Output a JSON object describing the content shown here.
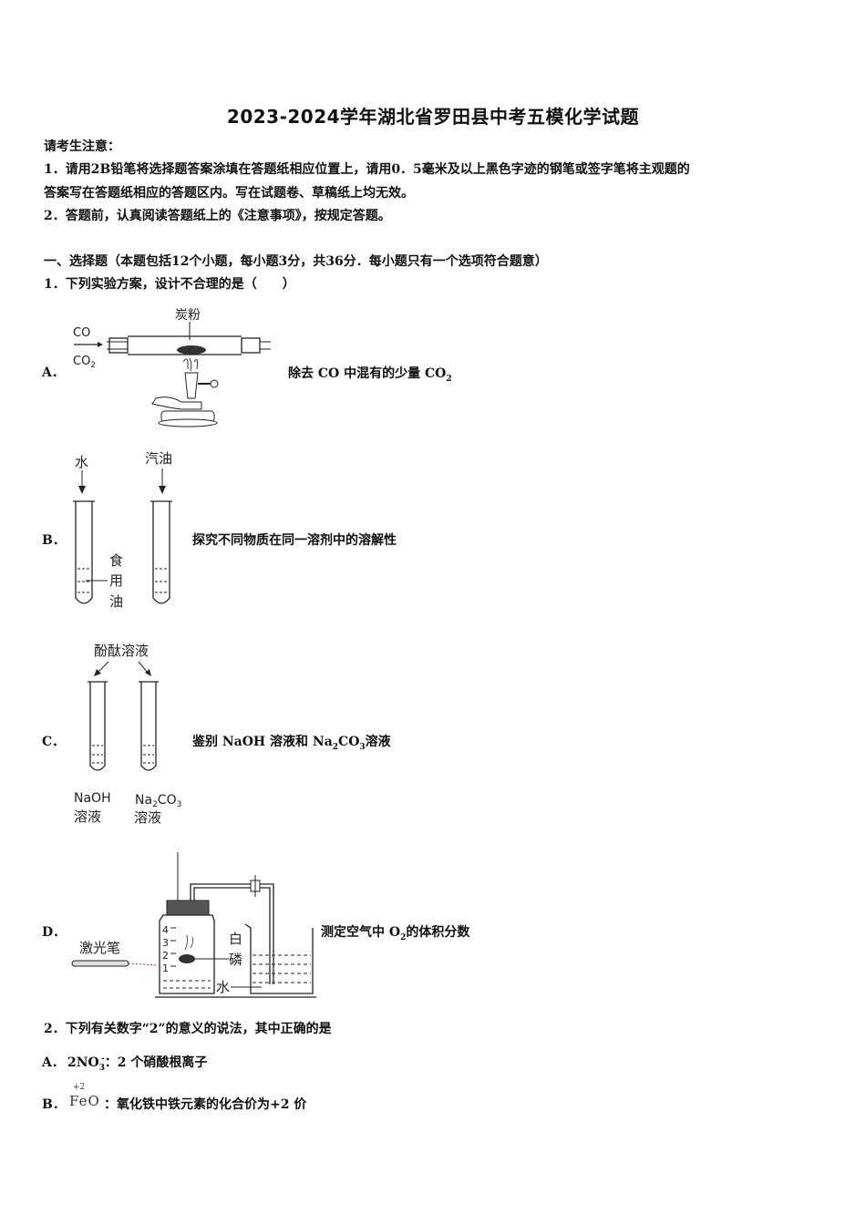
{
  "title": "2023-2024学年湖北省罗田县中考五模化学试题",
  "notice": {
    "heading": "请考生注意：",
    "line1": "1．请用2B铅笔将选择题答案涂填在答题纸相应位置上，请用0．5毫米及以上黑色字迹的钢笔或签字笔将主观题的",
    "line1b": "答案写在答题纸相应的答题区内。写在试题卷、草稿纸上均无效。",
    "line2": "2．答题前，认真阅读答题纸上的《注意事项》，按规定答题。"
  },
  "section1": "一、选择题（本题包括12个小题，每小题3分，共36分．每小题只有一个选项符合题意）",
  "q1": {
    "stem": "1．下列实验方案，设计不合理的是（　　）",
    "a": {
      "label": "A．",
      "desc_pre": "除去 CO 中混有的少量 CO",
      "desc_sub": "2",
      "fig": {
        "co": "CO",
        "co2_main": "CO",
        "co2_sub": "2",
        "carbon": "炭粉"
      }
    },
    "b": {
      "label": "B．",
      "desc": "探究不同物质在同一溶剂中的溶解性",
      "fig": {
        "water": "水",
        "gasoline": "汽油",
        "oil1": "食",
        "oil2": "用",
        "oil3": "油"
      }
    },
    "c": {
      "label": "C．",
      "desc_pre": "鉴别 NaOH 溶液和 Na",
      "desc_sub1": "2",
      "desc_mid": "CO",
      "desc_sub2": "3",
      "desc_post": "溶液",
      "fig": {
        "phenol": "酚酞溶液",
        "naoh": "NaOH",
        "naoh2": "溶液",
        "na": "Na",
        "na_sub": "2",
        "na_co": "CO",
        "na_sub2": "3",
        "na2": "溶液"
      }
    },
    "d": {
      "label": "D．",
      "desc_pre": "测定空气中 O",
      "desc_sub": "2",
      "desc_post": "的体积分数",
      "fig": {
        "laser": "激光笔",
        "p1": "白",
        "p2": "磷",
        "water": "水",
        "marks": [
          "4",
          "3",
          "2",
          "1"
        ]
      }
    }
  },
  "q2": {
    "stem": "2．下列有关数字“2”的意义的说法，其中正确的是",
    "a": {
      "label": "A．",
      "pre": "2NO",
      "sub": "3",
      "sup": "-",
      "post": "：2 个硝酸根离子"
    },
    "b": {
      "label": "B．",
      "valence": "+2",
      "formula": "FeO",
      "post": "：氧化铁中铁元素的化合价为+2 价"
    }
  }
}
